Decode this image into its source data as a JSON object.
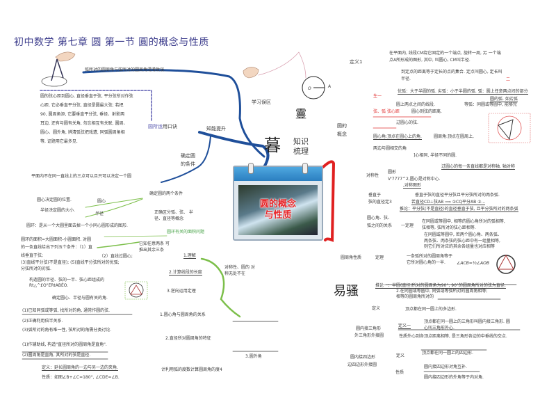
{
  "title": "初中数学  第七章  圆  第一节  圓的概念与性质",
  "center": {
    "calendar_title_1": "圆的概念",
    "calendar_title_2": "与性质",
    "char_top": "霻",
    "char_main": "暮",
    "knowledge_1": "知识",
    "knowledge_2": "梳理",
    "circle_label_o": "O",
    "circle_label_a": "A",
    "yisao": "易骚"
  },
  "left_top": {
    "mistake": "弧所对的圆周角与弦所对的圆周角混淆致误.",
    "paragraph": [
      "圆的弦心距到圆心, 直径垂直于弦, 平分弦所对作弦",
      "心距, 它必垂直平分弦, 直径是圆最大弦; 若把",
      "90, 圆周角添, 它要垂直平分弦, 垂径、射影两",
      "耳边, 还有与圆有关角, 勿忘相互有关联, 圆周、",
      "圆心、圆外角, 辨清弧弦把戏遭, 同弧圆周角相",
      "等, 证题用它最多见."
    ],
    "mnemonic": "圆所运用口诀",
    "mnemonic_highlight": "圆所运",
    "learning_mistakes": "学习误区",
    "ability": "知能提升",
    "determine_circle_1": "确定圆",
    "determine_circle_2": "的条件"
  },
  "left_mid": [
    "平面内不在同一直线上的三点可以且只可以决定一个圆",
    "确定圆的两个条件",
    "圆心决定圆的位置.",
    "圆心",
    "半径决定圆的大小.",
    "半径",
    "正确区分弧、弦、  半",
    "径、直径等概念",
    "圆环：是从一个大圆里面去掉一个小同心圆形成的图形.",
    "圆环有关的面积问题",
    "圆环的面积=大圆面积-小圆面积.  对圆",
    "的一条直线给出下列五个条件：（1）直",
    "已知任意两条 可",
    "推出其余三条",
    "线垂直于弦;",
    "（2）直线过圆心;",
    "(3)直线平分弦(不是直径); (5)直线平分弦所对的优弧;",
    "分弦所对的劣弧.",
    "1.理解",
    "2.计算线段的长度",
    "对称性、圆的 对",
    "称无处不在",
    "构造圆的半径、弦的一半、弦心距组成的",
    "Rt△^£O\"ERtABÉO.",
    "3.逆向运用定理",
    "确定圆心、半径与圆有关的角.",
    "(1)已知同弧或等弧, 找所对的角, 通常作圆的弦.",
    "1.圆心角与圆周角的关系",
    "(2)正确利用倍半关系.",
    "(3)弧所对的角有唯一性, 弦所对的角需分类讨论.",
    "2.直径所对圆周角的特征",
    "(1)作辅助线, 构造\"直径所对的圆周角是直角\".",
    "(2)圆周角是直角, 其所对的弦是直径.",
    "3.圆外角",
    "定义：延长圆周角的一边与另一边的夹角.",
    "计利用弧的度数计算圆周角的度4",
    "性质：如图∠B+∠C=180°, ∠CDE=∠B."
  ],
  "right": [
    "定义1",
    "在平面内, 线段CM绕它固定的一个端点, 旋转一周, 另 一个端",
    "点A所形成的图形, 其中, 叫圆心, CM叫半径.",
    "到定点的距离等于定长的点的集合. 定点叫圆心,   定长叫",
    "半径.",
    "二",
    "优弧：大于半圆的弧. 劣弧：小于半圆的弧. 弧：圆上任意两点间的部分",
    "圆的弧. 如劣弧",
    "生一",
    "圆上两点之间的线段.",
    "等弧：同圆或等圆中, 能够完",
    "弦、弧  弦心距",
    "圆心到弦的距离.",
    "圆的",
    "概念",
    "过圆心的弦.",
    "圆心角:顶点在圆心上的角.",
    "圆周角:顶点在圆周上,",
    "两边与圆相交的角",
    "]心相同, 半径不同的圆.",
    "过圆心的每一条直线都是对称轴.  轴对称",
    "对称性",
    "圆形",
    "V'7777^2,圆心是对称中心.",
    ",对称图形",
    "垂直于",
    "弦的直径定3",
    "垂直于弦的直径平分弦且平分弦所对的两条弧.",
    "若直径CD⊥弦AB ⟹ ①CQ平分AB ②...",
    "推论：平分弦(不是直径)的直径垂直于弦, 且平分弦所对的两条弧",
    "圆心角、弦、",
    "弧之间的关系",
    "一定理",
    "在同圆或等圆中, 相等的圆心角所对的弧相等,",
    "弦相等, 弦所对的弦心距相等.",
    "在同圆或等圆中, 若两个圆心角、两条弧、",
    "两条弦、两条弦的弦心距中有一组量相等,",
    "则它们所对应的其余各组量也对应相等",
    "圆周角性质",
    "定理",
    "一条弧所对的圆周角等于",
    "它所对圆心角的一半.",
    "∠ACB=½∠AOB",
    "推论一：半圆(直径)所对的圆周角为90°; 90°的圆周角所对的弦为直径.",
    "2.在同圆或等圆中, 同弧或等弧所对的圆周角相等;",
    "相等的圆周角所对的",
    "定义",
    "顶点都在同一圆上的多边形.",
    "圆内接三角形",
    "外三角形外接圆",
    "定义一",
    "顶点都在同一圆上的三角形叫圆内接三角形.   圆",
    "心叫三角形外心.",
    "性质外心到各顶点距离相等, 是三角形各边的中垂线的交点.",
    "圆内接四边形",
    "边四边形外接圆",
    "定义",
    "顶点都在同一圆上的四边形.",
    "性质",
    "圆内接四边形对角互补.",
    "圆内接四边形的外角等于内对角."
  ],
  "colors": {
    "title": "#3c3c8c",
    "branch_blue": "#1f4f9a",
    "branch_red": "#e02020",
    "branch_green": "#7cbf4a",
    "highlight_red": "#e03030"
  }
}
